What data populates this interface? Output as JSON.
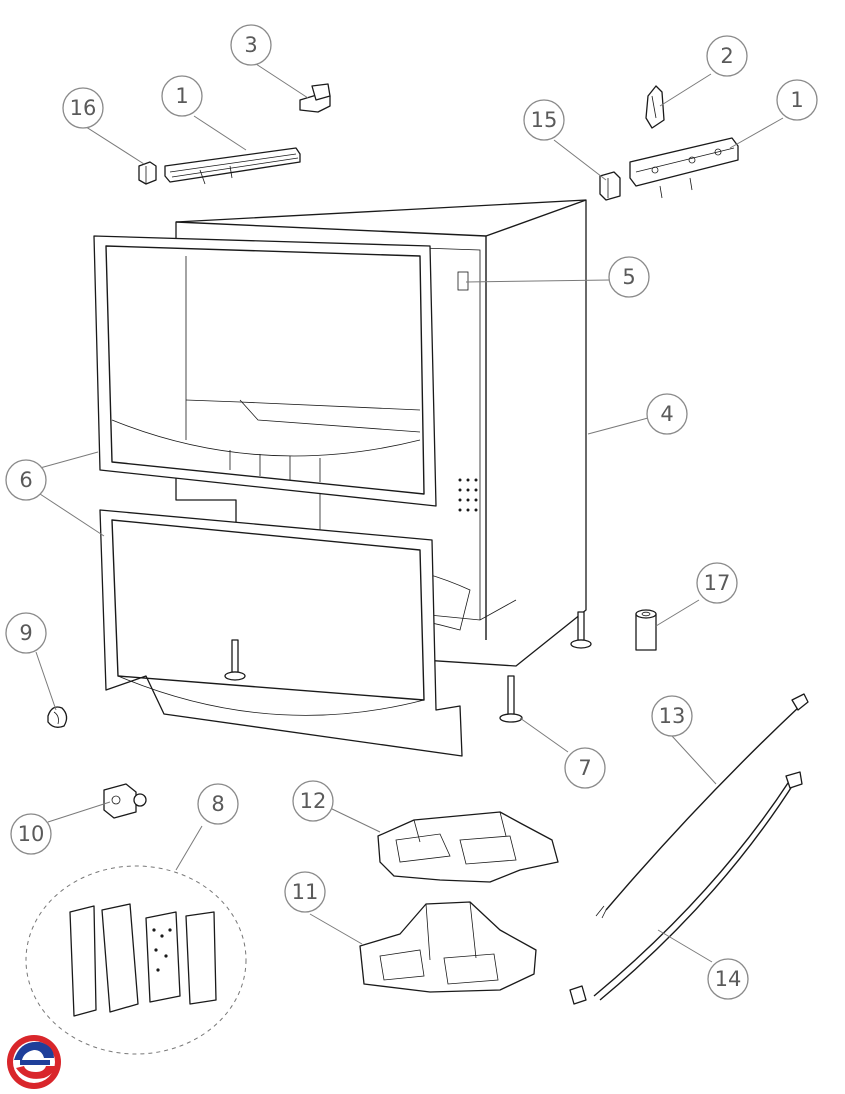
{
  "callouts": [
    {
      "id": "c16",
      "label": "16"
    },
    {
      "id": "c1a",
      "label": "1"
    },
    {
      "id": "c3",
      "label": "3"
    },
    {
      "id": "c2",
      "label": "2"
    },
    {
      "id": "c1b",
      "label": "1"
    },
    {
      "id": "c15",
      "label": "15"
    },
    {
      "id": "c5",
      "label": "5"
    },
    {
      "id": "c4",
      "label": "4"
    },
    {
      "id": "c6",
      "label": "6"
    },
    {
      "id": "c9",
      "label": "9"
    },
    {
      "id": "c17",
      "label": "17"
    },
    {
      "id": "c13",
      "label": "13"
    },
    {
      "id": "c7",
      "label": "7"
    },
    {
      "id": "c10",
      "label": "10"
    },
    {
      "id": "c8",
      "label": "8"
    },
    {
      "id": "c12",
      "label": "12"
    },
    {
      "id": "c11",
      "label": "11"
    },
    {
      "id": "c14",
      "label": "14"
    }
  ],
  "colors": {
    "logo_red": "#d9262b",
    "logo_blue": "#1f3f9a"
  }
}
